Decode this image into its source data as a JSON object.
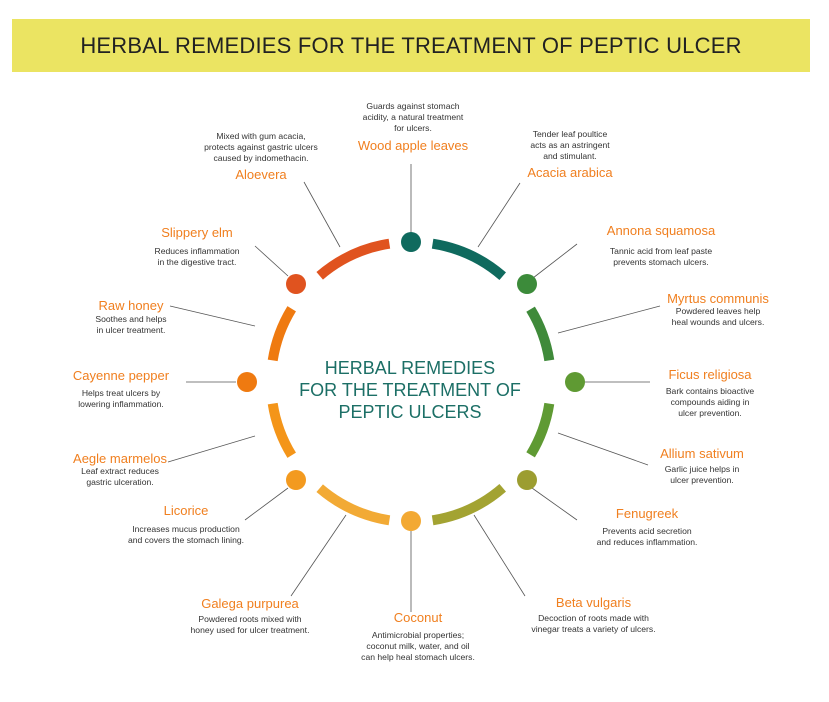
{
  "title": "HERBAL REMEDIES FOR THE TREATMENT OF PEPTIC ULCER",
  "center": [
    "HERBAL REMEDIES",
    "FOR THE TREATMENT OF",
    "PEPTIC ULCERS"
  ],
  "remedies": [
    {
      "name": "Wood apple leaves",
      "desc": [
        "Guards against stomach",
        "acidity, a natural treatment",
        "for ulcers."
      ],
      "color": "#0f6a5e"
    },
    {
      "name": "Acacia arabica",
      "desc": [
        "Tender leaf poultice",
        "acts as an astringent",
        "and stimulant."
      ],
      "color": "#0f6a5e"
    },
    {
      "name": "Annona squamosa",
      "desc": [
        "Tannic acid from leaf paste",
        "prevents stomach ulcers."
      ],
      "color": "#3c8b3a"
    },
    {
      "name": "Myrtus communis",
      "desc": [
        "Powdered leaves help",
        "heal wounds and ulcers."
      ],
      "color": "#4f8f34"
    },
    {
      "name": "Ficus religiosa",
      "desc": [
        "Bark contains bioactive",
        "compounds aiding in",
        "ulcer prevention."
      ],
      "color": "#5f9a33"
    },
    {
      "name": "Allium sativum",
      "desc": [
        "Garlic juice helps in",
        "ulcer prevention."
      ],
      "color": "#8d9a2c"
    },
    {
      "name": "Fenugreek",
      "desc": [
        "Prevents acid secretion",
        "and reduces inflammation."
      ],
      "color": "#9c9d30"
    },
    {
      "name": "Beta vulgaris",
      "desc": [
        "Decoction of roots made with",
        "vinegar treats a variety of ulcers."
      ],
      "color": "#a7a532"
    },
    {
      "name": "Coconut",
      "desc": [
        "Antimicrobial properties;",
        "coconut milk, water, and oil",
        "can help heal stomach ulcers."
      ],
      "color": "#f3a933"
    },
    {
      "name": "Galega purpurea",
      "desc": [
        "Powdered roots mixed with",
        "honey used for ulcer treatment."
      ],
      "color": "#f3a52e"
    },
    {
      "name": "Licorice",
      "desc": [
        "Increases mucus production",
        "and covers the stomach lining."
      ],
      "color": "#f39a1f"
    },
    {
      "name": "Aegle marmelos",
      "desc": [
        "Leaf extract reduces",
        "gastric ulceration."
      ],
      "color": "#f28b13"
    },
    {
      "name": "Cayenne pepper",
      "desc": [
        "Helps treat ulcers by",
        "lowering inflammation."
      ],
      "color": "#ef7a10"
    },
    {
      "name": "Raw honey",
      "desc": [
        "Soothes and helps",
        "in ulcer treatment."
      ],
      "color": "#ec6d12"
    },
    {
      "name": "Slippery elm",
      "desc": [
        "Reduces inflammation",
        "in the digestive tract."
      ],
      "color": "#e45f17"
    },
    {
      "name": "Aloevera",
      "desc": [
        "Mixed with gum acacia,",
        "protects against gastric ulcers",
        "caused by indomethacin."
      ],
      "color": "#e0531f"
    }
  ]
}
